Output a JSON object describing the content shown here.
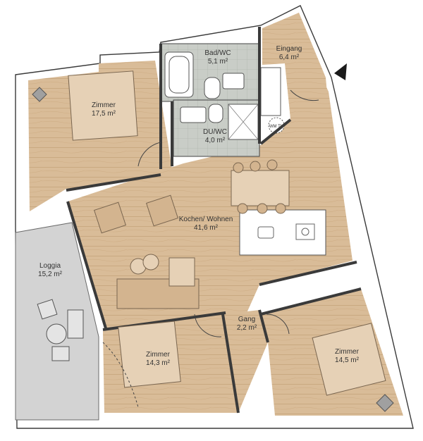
{
  "rooms": [
    {
      "key": "bad",
      "name": "Bad/WC",
      "area": "5,1 m²"
    },
    {
      "key": "eingang",
      "name": "Eingang",
      "area": "6,4 m²"
    },
    {
      "key": "zimmer1",
      "name": "Zimmer",
      "area": "17,5 m²"
    },
    {
      "key": "du",
      "name": "DU/WC",
      "area": "4,0 m²"
    },
    {
      "key": "wohnen",
      "name": "Kochen/ Wohnen",
      "area": "41,6 m²"
    },
    {
      "key": "loggia",
      "name": "Loggia",
      "area": "15,2 m²"
    },
    {
      "key": "gang",
      "name": "Gang",
      "area": "2,2 m²"
    },
    {
      "key": "zimmer2",
      "name": "Zimmer",
      "area": "14,3 m²"
    },
    {
      "key": "zimmer3",
      "name": "Zimmer",
      "area": "14,5 m²"
    }
  ],
  "appliance_label": "WM TU",
  "colors": {
    "wood": "#d9bc98",
    "loggia": "#d3d3d3",
    "tile": "#c9cdc7",
    "wall": "#3a3a3a"
  },
  "icons": [
    "entrance-arrow-icon",
    "plant-icon",
    "washing-machine-icon"
  ]
}
